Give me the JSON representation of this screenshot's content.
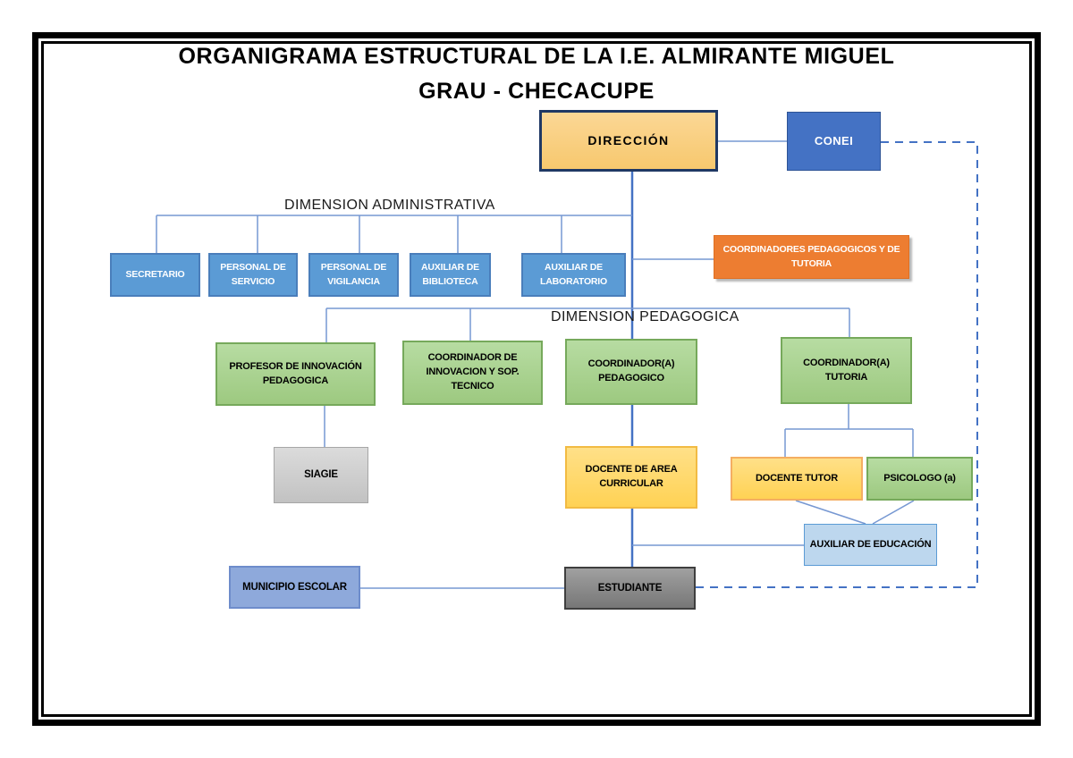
{
  "title": {
    "line1": "ORGANIGRAMA ESTRUCTURAL DE LA I.E. ALMIRANTE MIGUEL",
    "line2": "GRAU - CHECACUPE"
  },
  "section_labels": {
    "administrativa": "DIMENSION ADMINISTRATIVA",
    "pedagogica": "DIMENSION PEDAGOGICA"
  },
  "nodes": {
    "direccion": {
      "label": "DIRECCIÓN"
    },
    "conei": {
      "label": "CONEI"
    },
    "secretario": {
      "label": "SECRETARIO"
    },
    "personal_servicio": {
      "label": "PERSONAL DE SERVICIO"
    },
    "personal_vigilancia": {
      "label": "PERSONAL DE VIGILANCIA"
    },
    "auxiliar_biblioteca": {
      "label": "AUXILIAR DE BIBLIOTECA"
    },
    "auxiliar_laboratorio": {
      "label": "AUXILIAR DE LABORATORIO"
    },
    "coordinadores_pedagogicos": {
      "label": "COORDINADORES PEDAGOGICOS Y DE TUTORIA"
    },
    "profesor_innovacion": {
      "label": "PROFESOR DE INNOVACIÓN PEDAGOGICA"
    },
    "coordinador_innovacion": {
      "label": "COORDINADOR DE INNOVACION Y SOP. TECNICO"
    },
    "coordinador_pedagogico": {
      "label": "COORDINADOR(A) PEDAGOGICO"
    },
    "coordinador_tutoria": {
      "label": "COORDINADOR(A) TUTORIA"
    },
    "siagie": {
      "label": "SIAGIE"
    },
    "docente_area": {
      "label": "DOCENTE DE AREA CURRICULAR"
    },
    "docente_tutor": {
      "label": "DOCENTE TUTOR"
    },
    "psicologo": {
      "label": "PSICOLOGO (a)"
    },
    "auxiliar_educacion": {
      "label": "AUXILIAR DE EDUCACIÓN"
    },
    "municipio_escolar": {
      "label": "MUNICIPIO ESCOLAR"
    },
    "estudiante": {
      "label": "ESTUDIANTE"
    }
  },
  "palette": {
    "direccion_fill": "#F8C96F",
    "direccion_border": "#1F3864",
    "conei_fill": "#4472C4",
    "admin_box_fill": "#5B9BD5",
    "coordinadores_fill": "#ED7D31",
    "green_fill": "#A9D18E",
    "green_border": "#76A95B",
    "yellow_fill": "#FFD966",
    "siagie_fill": "#CCCCCC",
    "aux_educacion_fill": "#BDD7EE",
    "municipio_fill": "#8EA9DB",
    "estudiante_fill": "#8C8C8C",
    "connector_thin": "#7698D2",
    "connector_trunk": "#4472C4",
    "text_dark": "#000000",
    "text_light": "#FFFFFF"
  }
}
